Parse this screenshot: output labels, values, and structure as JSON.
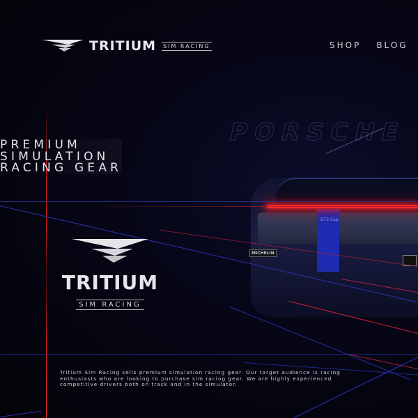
{
  "header": {
    "brand": "TRITIUM",
    "sub_brand": "SIM RACING",
    "logo_icon": "triple-chevron-icon"
  },
  "nav": {
    "items": [
      {
        "label": "SHOP"
      },
      {
        "label": "BLOG"
      }
    ]
  },
  "hero": {
    "tagline_lines": [
      "PREMIUM",
      "SIMULATION",
      "RACING GEAR"
    ],
    "background_text": "PORSCHE",
    "car_badge": "GT3 Cup",
    "sponsor": "MICHELIN"
  },
  "logo_block": {
    "brand": "TRITIUM",
    "sub_brand": "SIM RACING"
  },
  "description": "Tritium Sim Racing sells premium simulation racing gear. Our target audience is racing enthusiasts who are looking to purchase sim racing gear. We are highly experienced competitive drivers both on track and in the simulator.",
  "colors": {
    "background": "#04040b",
    "accent_red": "#ff2a2a",
    "accent_blue": "#2a32c8",
    "text": "#e4e4ea"
  }
}
